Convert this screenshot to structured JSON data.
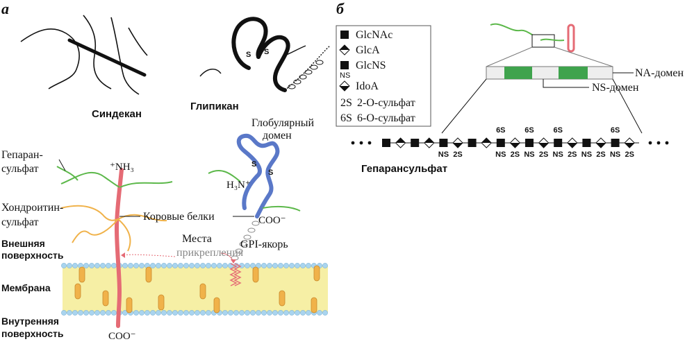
{
  "panels": {
    "a": "а",
    "b": "б"
  },
  "proteoglycans": {
    "syndecan": "Синдекан",
    "glypican": "Глипикан",
    "disulfide": "S"
  },
  "membrane_diagram": {
    "heparan_sulfate": [
      "Гепаран-",
      "сульфат"
    ],
    "chondroitin_sulfate": [
      "Хондроитин-",
      "сульфат"
    ],
    "outer_surface": [
      "Внешняя",
      "поверхность"
    ],
    "membrane": "Мембрана",
    "inner_surface": [
      "Внутренняя",
      "поверхность"
    ],
    "n_terminus": "⁺NH₃",
    "c_terminus": "COO⁻",
    "core_proteins": "Коровые белки",
    "attachment_sites": [
      "Места",
      "прикрепления"
    ],
    "gpi_anchor": "GPI-якорь",
    "globular_domain": [
      "Глобулярный",
      "домен"
    ],
    "glypican_n_terminus": "H₃N⁺",
    "glypican_c_terminus": "COO⁻",
    "disulfide": "S"
  },
  "legend": {
    "items": [
      {
        "symbol": "square",
        "label": "GlcNAc"
      },
      {
        "symbol": "diamond-half",
        "label": "GlcA"
      },
      {
        "symbol": "square-ns",
        "sub": "NS",
        "label": "GlcNS"
      },
      {
        "symbol": "diamond-outline",
        "label": "IdoA"
      },
      {
        "symbol": "code",
        "code": "2S",
        "label": "2-O-сульфат"
      },
      {
        "symbol": "code",
        "code": "6S",
        "label": "6-O-сульфат"
      }
    ]
  },
  "chain": {
    "na_domain": "NA-домен",
    "ns_domain": "NS-домен",
    "name": "Гепарансульфат",
    "monomers": [
      {
        "type": "square",
        "above": "",
        "below": ""
      },
      {
        "type": "diamond-half",
        "above": "",
        "below": ""
      },
      {
        "type": "square",
        "above": "",
        "below": ""
      },
      {
        "type": "diamond-half",
        "above": "",
        "below": ""
      },
      {
        "type": "square",
        "above": "",
        "below": "NS"
      },
      {
        "type": "diamond-outline",
        "above": "",
        "below": "2S"
      },
      {
        "type": "square",
        "above": "",
        "below": ""
      },
      {
        "type": "diamond-half",
        "above": "",
        "below": ""
      },
      {
        "type": "square",
        "above": "6S",
        "below": "NS"
      },
      {
        "type": "diamond-outline",
        "above": "",
        "below": "2S"
      },
      {
        "type": "square",
        "above": "6S",
        "below": "NS"
      },
      {
        "type": "diamond-outline",
        "above": "",
        "below": "2S"
      },
      {
        "type": "square",
        "above": "6S",
        "below": "NS"
      },
      {
        "type": "diamond-outline",
        "above": "",
        "below": "2S"
      },
      {
        "type": "square",
        "above": "",
        "below": "NS"
      },
      {
        "type": "diamond-outline",
        "above": "",
        "below": "2S"
      },
      {
        "type": "square",
        "above": "6S",
        "below": "NS"
      },
      {
        "type": "diamond-outline",
        "above": "",
        "below": "2S"
      }
    ]
  },
  "colors": {
    "heparan_sulfate_chain": "#5cb84a",
    "chondroitin_sulfate_chain": "#f0b24a",
    "transmembrane_core_protein": "#e56b75",
    "gpi_core_protein": "#5a78c8",
    "ns_domain_fill": "#3fa34d",
    "membrane_fill": "#f6efa5",
    "lipid_head": "#a9d4ef"
  }
}
